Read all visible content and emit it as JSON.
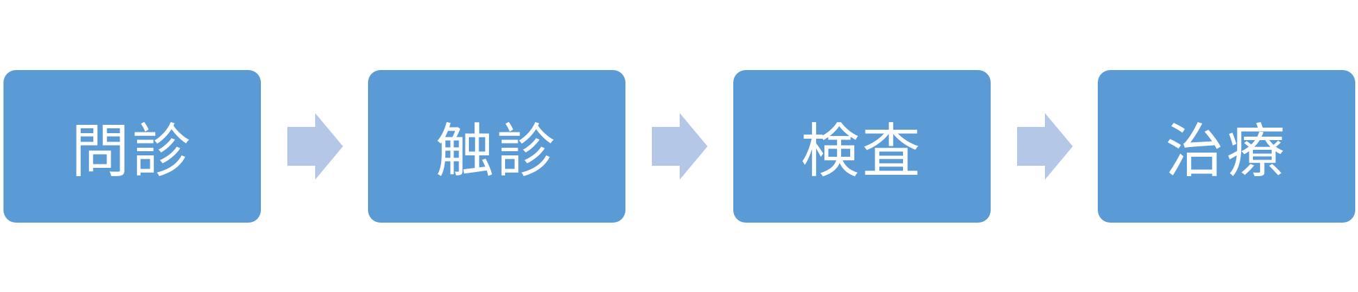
{
  "diagram": {
    "steps": [
      {
        "label": "問診"
      },
      {
        "label": "触診"
      },
      {
        "label": "検査"
      },
      {
        "label": "治療"
      }
    ],
    "colors": {
      "box_fill": "#5b9bd5",
      "box_text": "#ffffff",
      "arrow_fill": "#b4c7e7"
    }
  }
}
